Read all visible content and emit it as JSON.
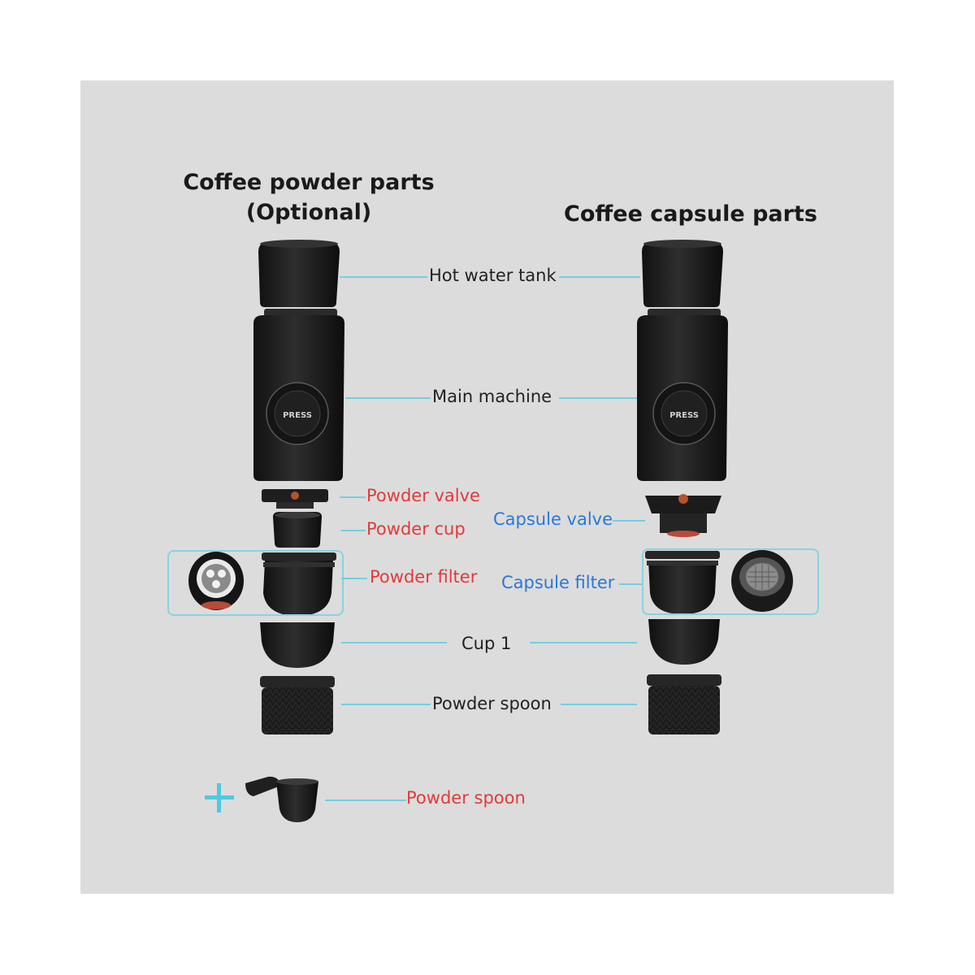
{
  "headings": {
    "powder": "Coffee powder parts\n(Optional)",
    "capsule": "Coffee capsule parts"
  },
  "labels": {
    "hot_water_tank": "Hot water tank",
    "main_machine": "Main machine",
    "powder_valve": "Powder valve",
    "powder_cup": "Powder cup",
    "capsule_valve": "Capsule valve",
    "powder_filter": "Powder filter",
    "capsule_filter": "Capsule filter",
    "cup": "Cup 1",
    "powder_spoon_stack": "Powder spoon",
    "powder_spoon_extra": "Powder spoon"
  },
  "button_text": {
    "left_press": "PRESS",
    "right_press": "PRESS"
  },
  "colors": {
    "background": "#dcdcdc",
    "leader_line": "#73cfe0",
    "label_dark": "#222222",
    "label_red": "#e23a3a",
    "label_blue": "#2a78d8",
    "part_black": "#1e1e1e",
    "plus_sign": "#4fc9e0"
  },
  "icons": [
    "plus-icon"
  ]
}
